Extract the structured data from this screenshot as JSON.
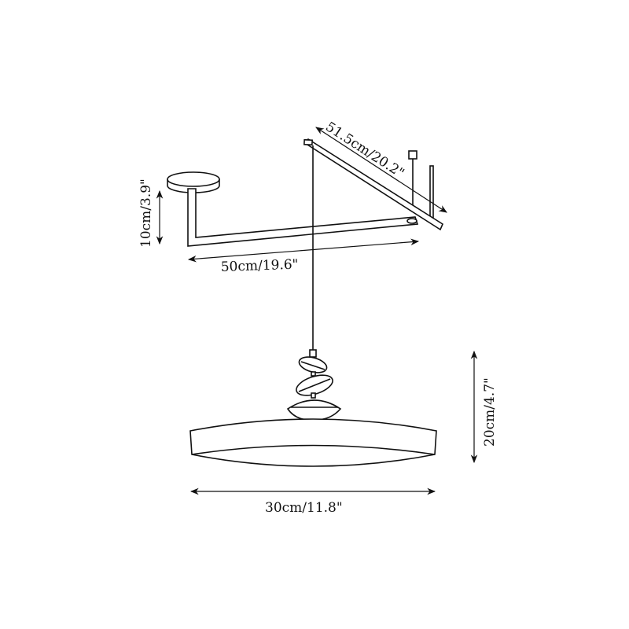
{
  "dimensions": {
    "diagonal_bar": "51.5cm/20.2\"",
    "arm_height": "10cm/3.9\"",
    "arm_length": "50cm/19.6\"",
    "shade_diameter": "30cm/11.8\"",
    "shade_height": "20cm/4.7\""
  },
  "colors": {
    "line": "#111111",
    "background": "#ffffff"
  }
}
